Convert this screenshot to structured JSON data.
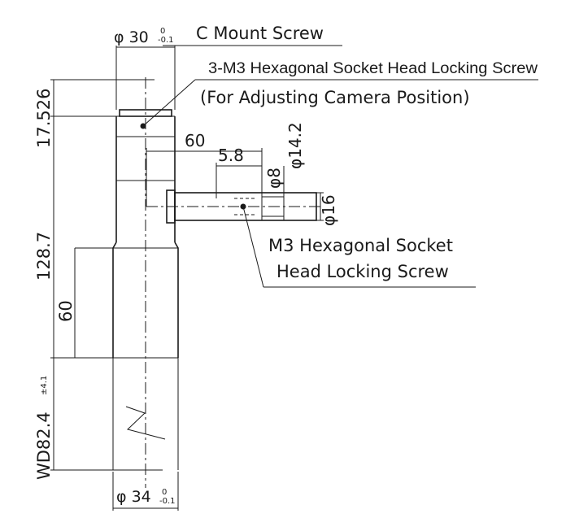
{
  "diagram": {
    "dimensions": {
      "top_diameter": "30",
      "top_diameter_tol_upper": "0",
      "top_diameter_tol_lower": "-0.1",
      "bottom_diameter": "34",
      "bottom_diameter_tol_upper": "0",
      "bottom_diameter_tol_lower": "-0.1",
      "phi_symbol": "φ",
      "height_top": "17.526",
      "height_body": "128.7",
      "height_lower": "60",
      "working_distance": "WD82.4",
      "working_distance_tol": "±4.1",
      "arm_length": "60",
      "arm_offset": "5.8",
      "arm_diameter_8": "φ8",
      "arm_diameter_14_2": "φ14.2",
      "arm_diameter_16": "φ16"
    },
    "callouts": {
      "c_mount": "C Mount Screw",
      "locking_screw_3m3": "3-M3 Hexagonal Socket Head Locking Screw",
      "locking_screw_3m3_note": "(For Adjusting Camera Position)",
      "m3_line1": "M3 Hexagonal Socket",
      "m3_line2": "Head Locking Screw"
    }
  }
}
